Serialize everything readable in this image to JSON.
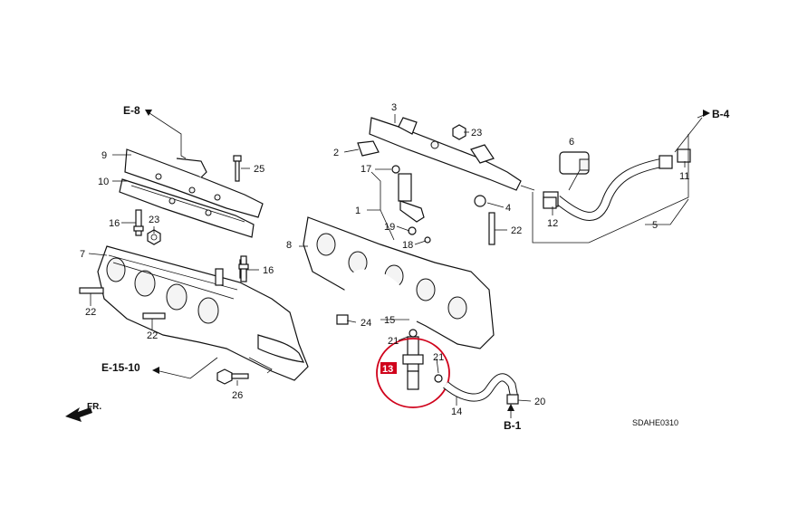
{
  "diagram": {
    "code": "SDAHE0310",
    "refs": {
      "e8": "E-8",
      "b4": "B-4",
      "e1510": "E-15-10",
      "b1": "B-1",
      "fr": "FR."
    },
    "labels": {
      "n1": "1",
      "n2": "2",
      "n3": "3",
      "n4": "4",
      "n5": "5",
      "n6": "6",
      "n7": "7",
      "n8": "8",
      "n9": "9",
      "n10": "10",
      "n11": "11",
      "n12": "12",
      "n13": "13",
      "n14": "14",
      "n15": "15",
      "n16a": "16",
      "n16b": "16",
      "n17": "17",
      "n18": "18",
      "n19": "19",
      "n20": "20",
      "n21a": "21",
      "n21b": "21",
      "n22a": "22",
      "n22b": "22",
      "n22c": "22",
      "n23a": "23",
      "n23b": "23",
      "n24": "24",
      "n25": "25",
      "n26": "26"
    },
    "highlight_color": "#d0021b"
  }
}
